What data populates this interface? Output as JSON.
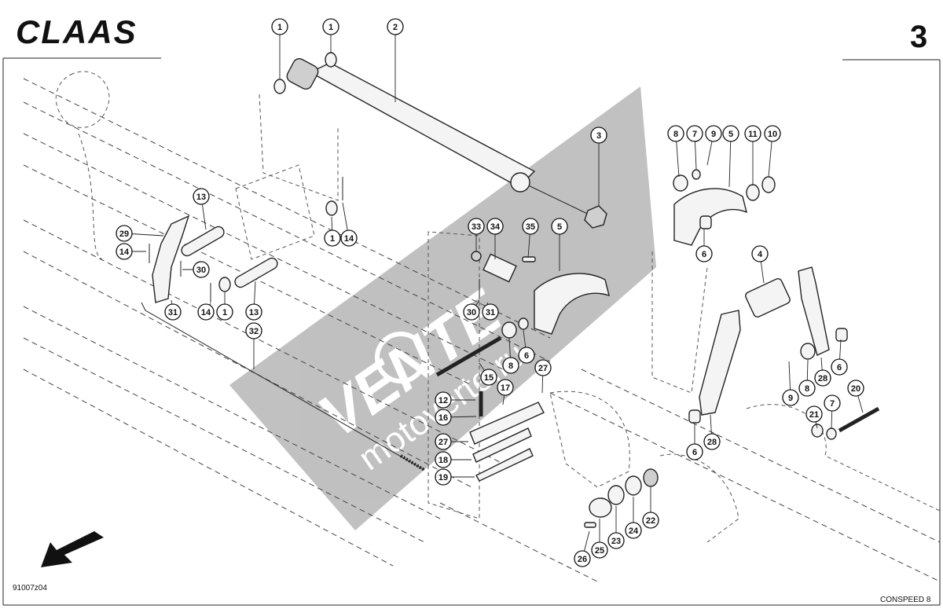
{
  "header": {
    "brand": "CLAAS",
    "page_number": "3"
  },
  "footer": {
    "drawing_code": "91007z04",
    "model": "CONSPEED 8"
  },
  "watermark": {
    "text": "VENTE",
    "url": "motoverte.ru"
  },
  "callouts": [
    {
      "label": "1"
    },
    {
      "label": "1"
    },
    {
      "label": "2"
    },
    {
      "label": "3"
    },
    {
      "label": "8"
    },
    {
      "label": "7"
    },
    {
      "label": "9"
    },
    {
      "label": "5"
    },
    {
      "label": "11"
    },
    {
      "label": "10"
    },
    {
      "label": "13"
    },
    {
      "label": "1"
    },
    {
      "label": "14"
    },
    {
      "label": "29"
    },
    {
      "label": "14"
    },
    {
      "label": "30"
    },
    {
      "label": "14"
    },
    {
      "label": "1"
    },
    {
      "label": "13"
    },
    {
      "label": "31"
    },
    {
      "label": "32"
    },
    {
      "label": "33"
    },
    {
      "label": "34"
    },
    {
      "label": "35"
    },
    {
      "label": "5"
    },
    {
      "label": "6"
    },
    {
      "label": "4"
    },
    {
      "label": "30"
    },
    {
      "label": "31"
    },
    {
      "label": "15"
    },
    {
      "label": "8"
    },
    {
      "label": "6"
    },
    {
      "label": "27"
    },
    {
      "label": "12"
    },
    {
      "label": "17"
    },
    {
      "label": "16"
    },
    {
      "label": "27"
    },
    {
      "label": "18"
    },
    {
      "label": "19"
    },
    {
      "label": "9"
    },
    {
      "label": "8"
    },
    {
      "label": "28"
    },
    {
      "label": "6"
    },
    {
      "label": "20"
    },
    {
      "label": "21"
    },
    {
      "label": "7"
    },
    {
      "label": "6"
    },
    {
      "label": "28"
    },
    {
      "label": "22"
    },
    {
      "label": "24"
    },
    {
      "label": "23"
    },
    {
      "label": "25"
    },
    {
      "label": "26"
    }
  ]
}
